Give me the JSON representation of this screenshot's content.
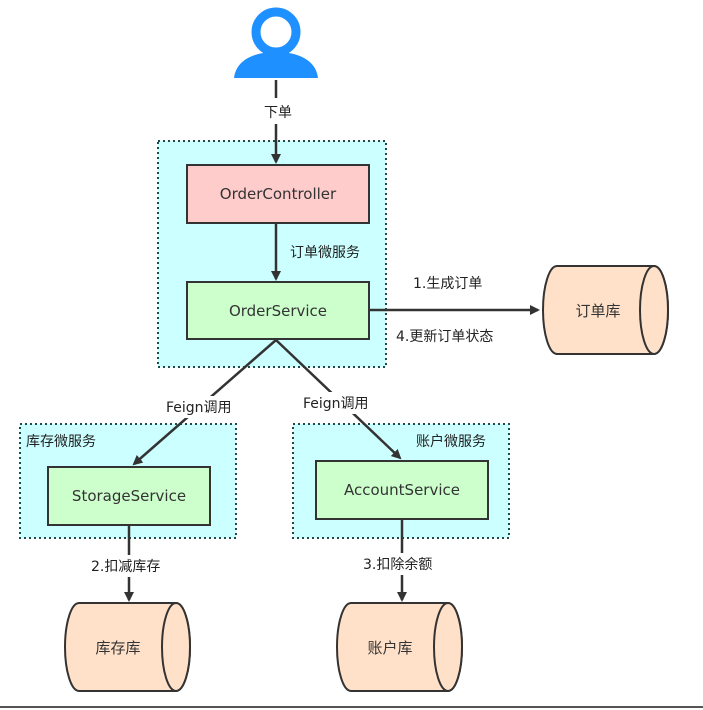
{
  "user_icon": "user-icon",
  "colors": {
    "zone_fill": "#ccffff",
    "zone_border": "#1a4a4a",
    "controller_fill": "#ffcccc",
    "service_fill": "#ccffcc",
    "db_fill": "#ffe0c8",
    "arrow": "#333333"
  },
  "edge_labels": {
    "place_order": "下单",
    "order_micro": "订单微服务",
    "create_order": "1.生成订单",
    "update_status": "4.更新订单状态",
    "feign_left": "Feign调用",
    "feign_right": "Feign调用",
    "deduct_stock": "2.扣减库存",
    "deduct_balance": "3.扣除余额"
  },
  "zones": {
    "storage": "库存微服务",
    "account": "账户微服务"
  },
  "nodes": {
    "order_controller": "OrderController",
    "order_service": "OrderService",
    "storage_service": "StorageService",
    "account_service": "AccountService"
  },
  "databases": {
    "order_db": "订单库",
    "storage_db": "库存库",
    "account_db": "账户库"
  }
}
